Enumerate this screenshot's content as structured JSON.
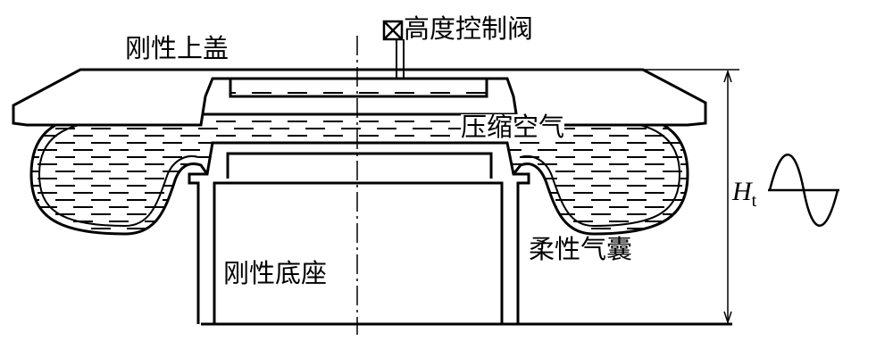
{
  "labels": {
    "top_cover": "刚性上盖",
    "valve": "高度控制阀",
    "compressed_air": "压缩空气",
    "bladder": "柔性气囊",
    "base": "刚性底座",
    "height_symbol": "H",
    "height_subscript": "t"
  },
  "icons": [
    "valve-box-icon",
    "sine-wave-icon"
  ],
  "colors": {
    "stroke": "#000000",
    "background": "#ffffff"
  }
}
